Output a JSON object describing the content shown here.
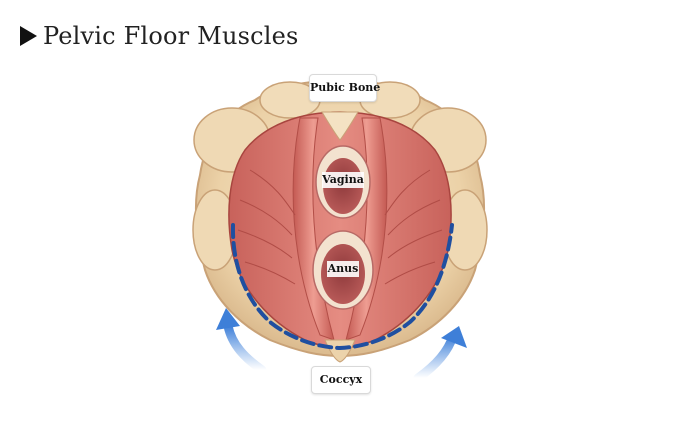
{
  "title": "Pelvic Floor Muscles",
  "labels": {
    "pubic_bone": "Pubic Bone",
    "vagina": "Vagina",
    "anus": "Anus",
    "coccyx": "Coccyx"
  },
  "colors": {
    "bone": "#efd7b0",
    "bone_shadow": "#caa57a",
    "muscle": "#d9776e",
    "muscle_dark": "#b5524b",
    "opening": "#a4484a",
    "dashed_outline": "#1f4fa0",
    "arrow": "#4f8fe0"
  }
}
